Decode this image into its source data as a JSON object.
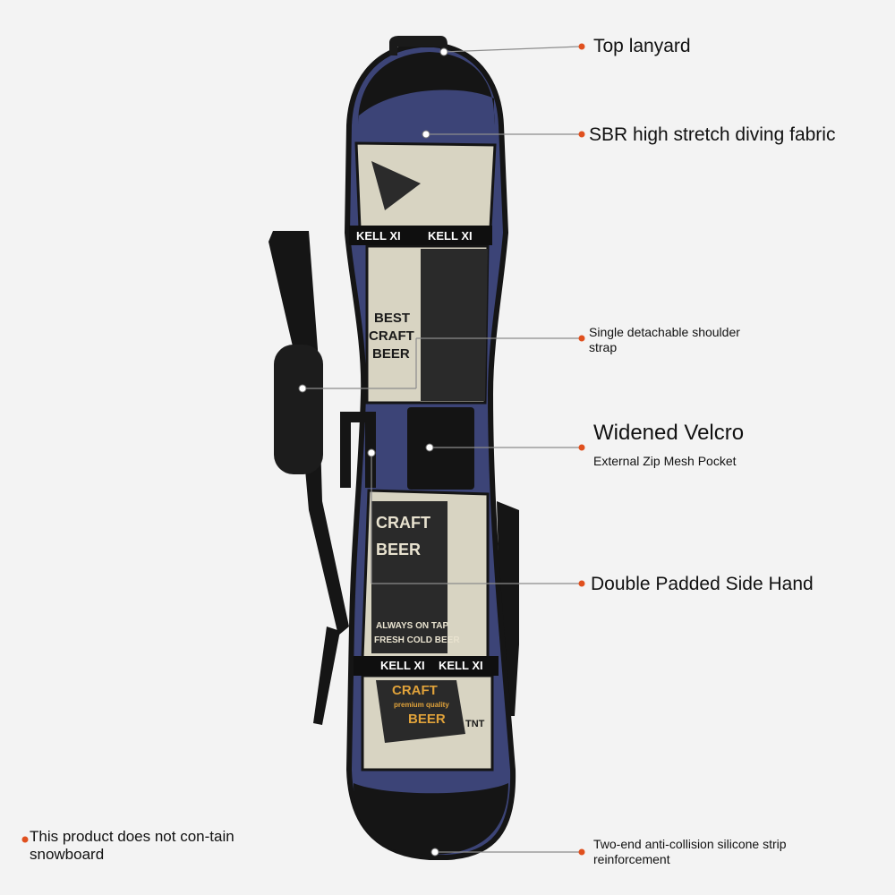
{
  "callouts": {
    "top_lanyard": "Top lanyard",
    "diving_fabric": "SBR high stretch diving fabric",
    "shoulder_strap": "Single detachable shoulder strap",
    "velcro_title": "Widened Velcro",
    "velcro_sub": "External Zip Mesh Pocket",
    "side_hand": "Double Padded Side Hand",
    "silicone_strip": "Two-end anti-collision silicone strip reinforcement",
    "disclaimer": "This product does not con-tain snowboard"
  },
  "board_graphics": {
    "strap_brand": "KELL XI",
    "top_text": [
      "BEST",
      "CRAFT",
      "BEER"
    ],
    "mid_text": [
      "CRAFT",
      "BEER",
      "ALWAYS ON TAP",
      "FRESH COLD BEER"
    ],
    "bottom_text": [
      "CRAFT",
      "premium quality",
      "BEER",
      "TNT"
    ]
  },
  "colors": {
    "bag_blue": "#3c4477",
    "trim_black": "#151515",
    "dot_orange": "#e0501e",
    "leader_gray": "#8c8c8c",
    "panel_cream": "#d8d4c2"
  }
}
